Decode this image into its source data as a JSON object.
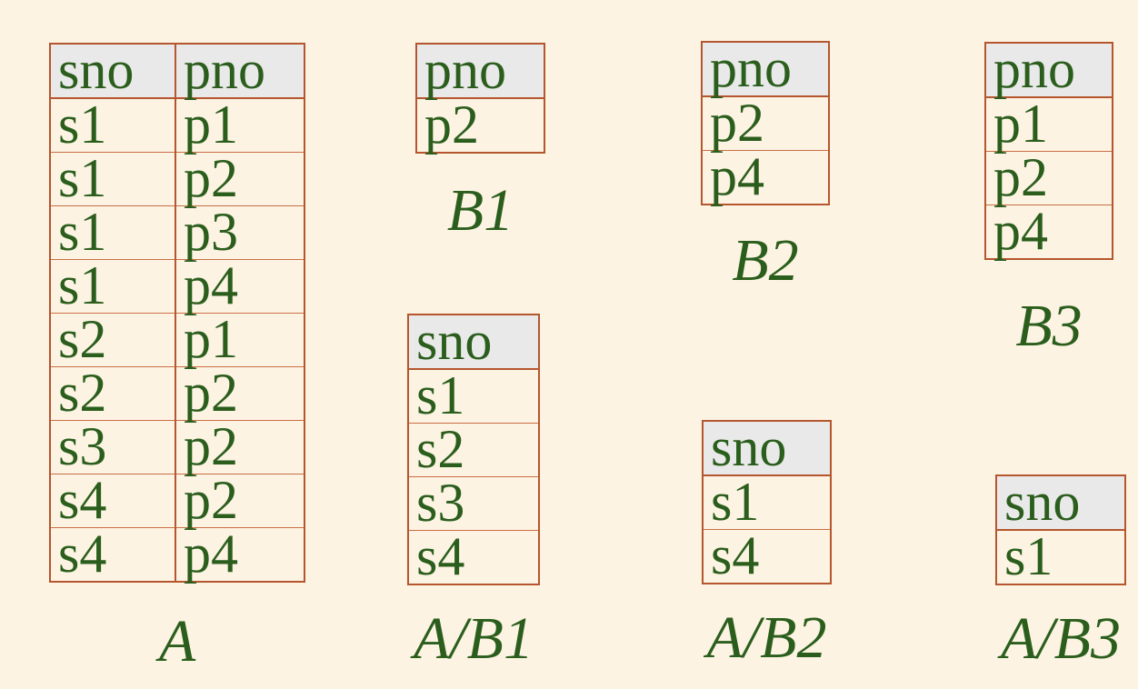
{
  "colors": {
    "background": "#fcf3e2",
    "table_border": "#b5562e",
    "inner_rule": "#c96f45",
    "header_fill": "#e9e9e9",
    "text_green": "#2b5e1d"
  },
  "tables": {
    "A": {
      "label": "A",
      "headers": [
        "sno",
        "pno"
      ],
      "rows": [
        [
          "s1",
          "p1"
        ],
        [
          "s1",
          "p2"
        ],
        [
          "s1",
          "p3"
        ],
        [
          "s1",
          "p4"
        ],
        [
          "s2",
          "p1"
        ],
        [
          "s2",
          "p2"
        ],
        [
          "s3",
          "p2"
        ],
        [
          "s4",
          "p2"
        ],
        [
          "s4",
          "p4"
        ]
      ]
    },
    "B1": {
      "label": "B1",
      "headers": [
        "pno"
      ],
      "rows": [
        [
          "p2"
        ]
      ]
    },
    "B2": {
      "label": "B2",
      "headers": [
        "pno"
      ],
      "rows": [
        [
          "p2"
        ],
        [
          "p4"
        ]
      ]
    },
    "B3": {
      "label": "B3",
      "headers": [
        "pno"
      ],
      "rows": [
        [
          "p1"
        ],
        [
          "p2"
        ],
        [
          "p4"
        ]
      ]
    },
    "AB1": {
      "label": "A/B1",
      "headers": [
        "sno"
      ],
      "rows": [
        [
          "s1"
        ],
        [
          "s2"
        ],
        [
          "s3"
        ],
        [
          "s4"
        ]
      ]
    },
    "AB2": {
      "label": "A/B2",
      "headers": [
        "sno"
      ],
      "rows": [
        [
          "s1"
        ],
        [
          "s4"
        ]
      ]
    },
    "AB3": {
      "label": "A/B3",
      "headers": [
        "sno"
      ],
      "rows": [
        [
          "s1"
        ]
      ]
    }
  }
}
